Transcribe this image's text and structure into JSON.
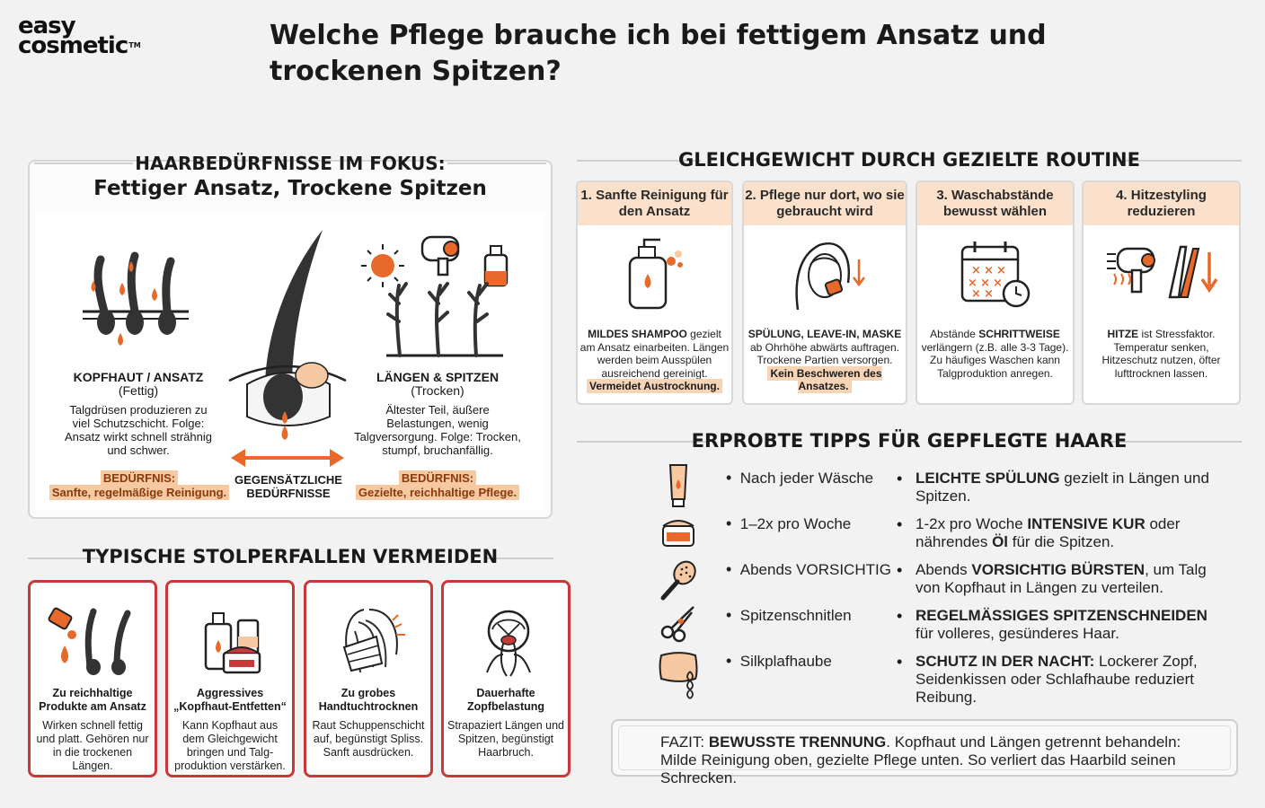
{
  "brand": {
    "line1": "easy",
    "line2": "cosmetic",
    "tm": "TM"
  },
  "title": "Welche Pflege brauche ich bei fettigem Ansatz und trockenen Spitzen?",
  "focus": {
    "heading": "HAARBEDÜRFNISSE IM FOKUS:",
    "subheading": "Fettiger Ansatz, Trockene Spitzen",
    "scalp": {
      "title": "KOPFHAUT / ANSATZ",
      "subtitle": "(Fettig)",
      "text": "Talgdrüsen produzieren zu viel Schutzschicht. Folge: Ansatz wirkt schnell strähnig und schwer.",
      "need_label": "BEDÜRFNIS:",
      "need": "Sanfte, regelmäßige Reinigung."
    },
    "center": {
      "label": "GEGENSÄTZLICHE BEDÜRFNISSE"
    },
    "ends": {
      "title": "LÄNGEN & SPITZEN",
      "subtitle": "(Trocken)",
      "text": "Ältester Teil, äußere Belastungen, wenig Talgversorgung. Folge: Trocken, stumpf, bruchanfällig.",
      "need_label": "BEDÜRFNIS:",
      "need": "Gezielte, reichhaltige Pflege."
    }
  },
  "routine": {
    "heading": "GLEICHGEWICHT DURCH GEZIELTE ROUTINE",
    "cards": [
      {
        "title": "1. Sanfte Reinigung für den Ansatz",
        "icon": "shampoo-bottle-icon",
        "bold": "MILDES SHAMPOO",
        "text": " gezielt am Ansatz einarbeiten. Längen werden beim Ausspülen ausreichend gereinigt.",
        "highlight": "Vermeidet Austrocknung."
      },
      {
        "title": "2. Pflege nur dort, wo sie gebraucht wird",
        "icon": "conditioner-application-icon",
        "bold": "SPÜLUNG, LEAVE-IN, MASKE",
        "text": " ab Ohrhöhe abwärts auftragen. Trockene Partien versorgen.",
        "highlight": "Kein Beschweren des Ansatzes."
      },
      {
        "title": "3. Waschabstände bewusst wählen",
        "icon": "calendar-clock-icon",
        "pre": "Abstände ",
        "bold": "SCHRITTWEISE",
        "text": " verlängern (z.B. alle 3-3 Tage). Zu häufiges Waschen kann Talgproduktion anregen.",
        "highlight": ""
      },
      {
        "title": "4. Hitzestyling reduzieren",
        "icon": "hairdryer-straightener-icon",
        "bold": "HITZE",
        "text": " ist Stressfaktor. Temperatur senken, Hitzeschutz nutzen, öfter lufttrocknen lassen.",
        "highlight": ""
      }
    ]
  },
  "tips": {
    "heading": "ERPROBTE TIPPS FÜR GEPFLEGTE HAARE",
    "rows": [
      {
        "icon": "conditioner-tube-icon",
        "left": "Nach jeder Wäsche",
        "bold": "LEICHTE SPÜLUNG",
        "pre": "",
        "post": " gezielt in Längen und Spitzen."
      },
      {
        "icon": "hair-mask-jar-icon",
        "left": "1–2x pro Woche",
        "pre": "1-2x pro Woche ",
        "bold": "INTENSIVE KUR",
        "post": " oder nährendes ",
        "bold2": "Öl",
        "post2": " für die Spitzen."
      },
      {
        "icon": "hairbrush-icon",
        "left": "Abends VORSICHTIG",
        "pre": "Abends ",
        "bold": "VORSICHTIG BÜRSTEN",
        "post": ", um Talg von Kopfhaut in Längen zu verteilen."
      },
      {
        "icon": "scissors-icon",
        "left": "Spitzenschnitlen",
        "pre": "",
        "bold": "REGELMÄSSIGES SPITZENSCHNEIDEN",
        "post": " für volleres, gesünderes Haar."
      },
      {
        "icon": "silk-pillow-braid-icon",
        "left": "Silkplafhaube",
        "pre": "",
        "bold": "SCHUTZ IN DER NACHT:",
        "post": " Lockerer Zopf, Seidenkissen oder Schlafhaube reduziert Reibung."
      }
    ]
  },
  "pitfalls": {
    "heading": "TYPISCHE STOLPERFALLEN VERMEIDEN",
    "cards": [
      {
        "icon": "oil-drops-scalp-icon",
        "title": "Zu reichhaltige Produkte am Ansatz",
        "text": "Wirken schnell fettig und platt. Gehören nur in die trockenen Längen."
      },
      {
        "icon": "product-bottles-icon",
        "title": "Aggressives „Kopfhaut-Entfetten“",
        "text": "Kann Kopfhaut aus dem Gleichgewicht bringen und Talg-produktion verstärken."
      },
      {
        "icon": "towel-rubbing-icon",
        "title": "Zu grobes Handtuchtrocknen",
        "text": "Raut Schuppenschicht auf, begünstigt Spliss. Sanft ausdrücken."
      },
      {
        "icon": "tight-ponytail-icon",
        "title": "Dauerhafte Zopfbelastung",
        "text": "Strapaziert Längen und Spitzen, begünstigt Haarbruch."
      }
    ]
  },
  "fazit": {
    "label": "FAZIT: ",
    "bold": "BEWUSSTE TRENNUNG",
    "text": ". Kopfhaut und Längen getrennt behandeln: Milde Reinigung oben, gezielte Pflege unten. So verliert das Haarbild seinen Schrecken."
  },
  "colors": {
    "accent": "#e8692a",
    "highlight": "#f6c9a3",
    "pitfall_border": "#c83a3a"
  }
}
